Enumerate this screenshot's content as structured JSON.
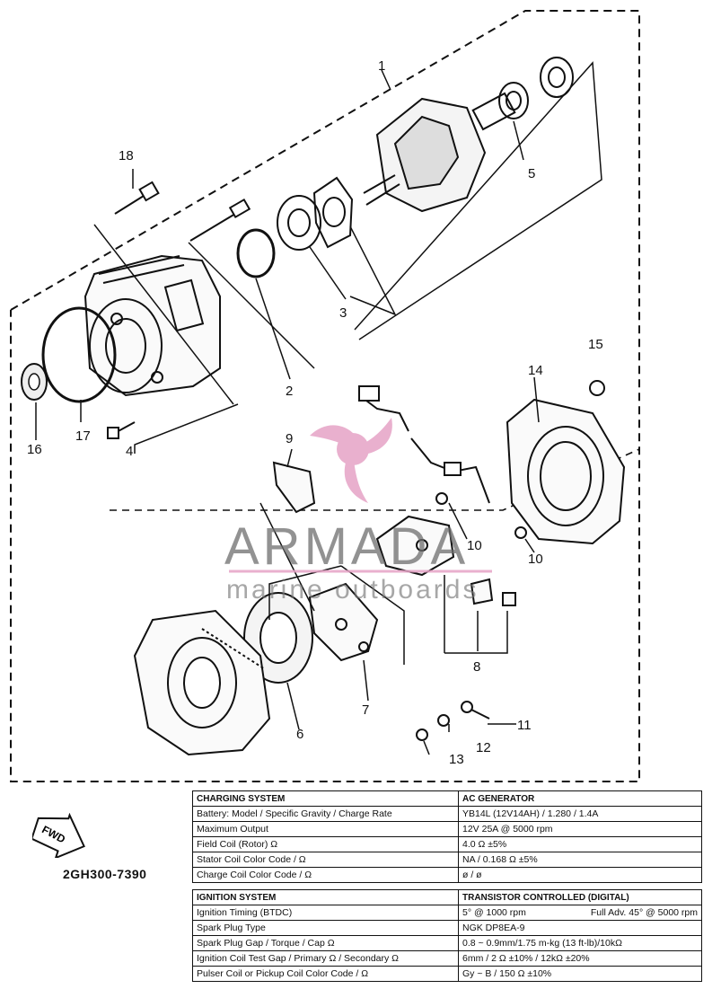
{
  "callouts": [
    "1",
    "2",
    "3",
    "4",
    "5",
    "6",
    "7",
    "8",
    "9",
    "10",
    "10",
    "11",
    "12",
    "13",
    "14",
    "15",
    "16",
    "17",
    "18"
  ],
  "watermark": {
    "name": "ARMADA",
    "sub": "marine outboards",
    "accent": "#e6a3c6",
    "gray": "#7a7a7a"
  },
  "fwd_label": "FWD",
  "part_number": "2GH300-7390",
  "charging": {
    "title": "CHARGING SYSTEM",
    "title_value": "AC Generator",
    "rows": [
      {
        "label": "Battery: Model / Specific Gravity / Charge Rate",
        "value": "YB14L (12V14AH) / 1.280 / 1.4A"
      },
      {
        "label": "Maximum Output",
        "value": "12V 25A @ 5000 rpm"
      },
      {
        "label": "Field Coil (Rotor) Ω",
        "value": "4.0 Ω ±5%"
      },
      {
        "label": "Stator Coil Color Code / Ω",
        "value": "NA / 0.168 Ω ±5%"
      },
      {
        "label": "Charge Coil Color Code / Ω",
        "value": "ø / ø"
      }
    ]
  },
  "ignition": {
    "title": "IGNITION SYSTEM",
    "title_value": "Transistor Controlled (Digital)",
    "rows": [
      {
        "label": "Ignition Timing (BTDC)",
        "value": "5° @ 1000 rpm",
        "value2": "Full Adv. 45° @ 5000 rpm"
      },
      {
        "label": "Spark Plug Type",
        "value": "NGK DP8EA-9"
      },
      {
        "label": "Spark Plug Gap / Torque / Cap Ω",
        "value": "0.8 ~ 0.9mm/1.75 m-kg (13 ft-lb)/10kΩ"
      },
      {
        "label": "Ignition Coil Test Gap / Primary Ω / Secondary Ω",
        "value": "6mm / 2 Ω ±10% / 12kΩ ±20%"
      },
      {
        "label": "Pulser Coil or Pickup Coil Color Code / Ω",
        "value": "Gy ~ B / 150 Ω ±10%"
      }
    ]
  }
}
